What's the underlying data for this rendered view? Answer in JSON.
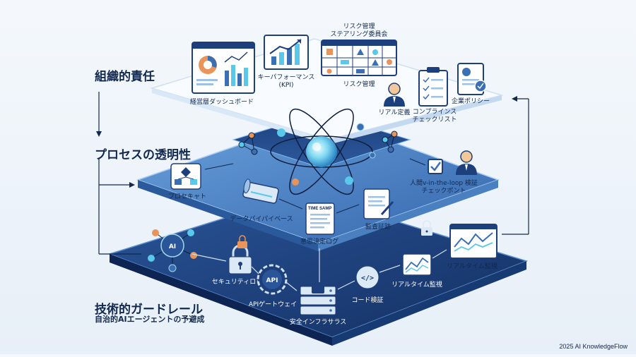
{
  "layers": {
    "top_title": "組織的責任",
    "middle_title": "プロセスの透明性",
    "bottom_title": "技術的ガードレール",
    "bottom_subtitle": "自治的AIエージェントの予避成"
  },
  "top": {
    "dashboard": "経営層ダッシュボード",
    "kpi_line1": "キーパフォーマンス",
    "kpi_line2": "(KPI)",
    "committee_line1": "リスク管理",
    "committee_line2": "ステアリング委員会",
    "risk": "リスク管理",
    "role": "リアル定義",
    "compliance_line1": "コンプラインス",
    "compliance_line2": "チェックリスト",
    "policy": "企業ポリシー"
  },
  "middle": {
    "process": "プロセキャト",
    "data_pipeline": "データパイパイベース",
    "timestamp": "TIME SAMP",
    "decision_log": "意思決定ログ",
    "audit": "監査証跡",
    "hitl_line1": "人間v-in-the-loop 検証",
    "hitl_line2": "チェックポント"
  },
  "bottom": {
    "ai": "AI",
    "api": "API",
    "security_lock": "セキュリティロック",
    "gateway": "APIゲートウェイ",
    "infra": "安全インフラサラス",
    "code_check": "コード検証",
    "realtime1": "リアルタイム監視",
    "realtime2": "リアルタイム監視"
  },
  "footer": "2025 AI KnowledgeFlow",
  "colors": {
    "navy": "#12284e",
    "bottom_layer": "#1b3f7a",
    "middle_layer": "#3a6fb3",
    "top_layer": "#ffffff",
    "accent_cyan": "#5ac8e8",
    "accent_orange": "#e8945a"
  },
  "icons": [
    "dashboard-icon",
    "kpi-chart-icon",
    "committee-grid-icon",
    "person-icon",
    "clipboard-icon",
    "policy-doc-icon",
    "flowchart-icon",
    "pipeline-icon",
    "document-icon",
    "audit-doc-icon",
    "checkbox-icon",
    "ai-node-icon",
    "lock-icon",
    "api-gear-icon",
    "server-stack-icon",
    "code-icon",
    "monitor-chart-icon",
    "atom-core-icon"
  ]
}
